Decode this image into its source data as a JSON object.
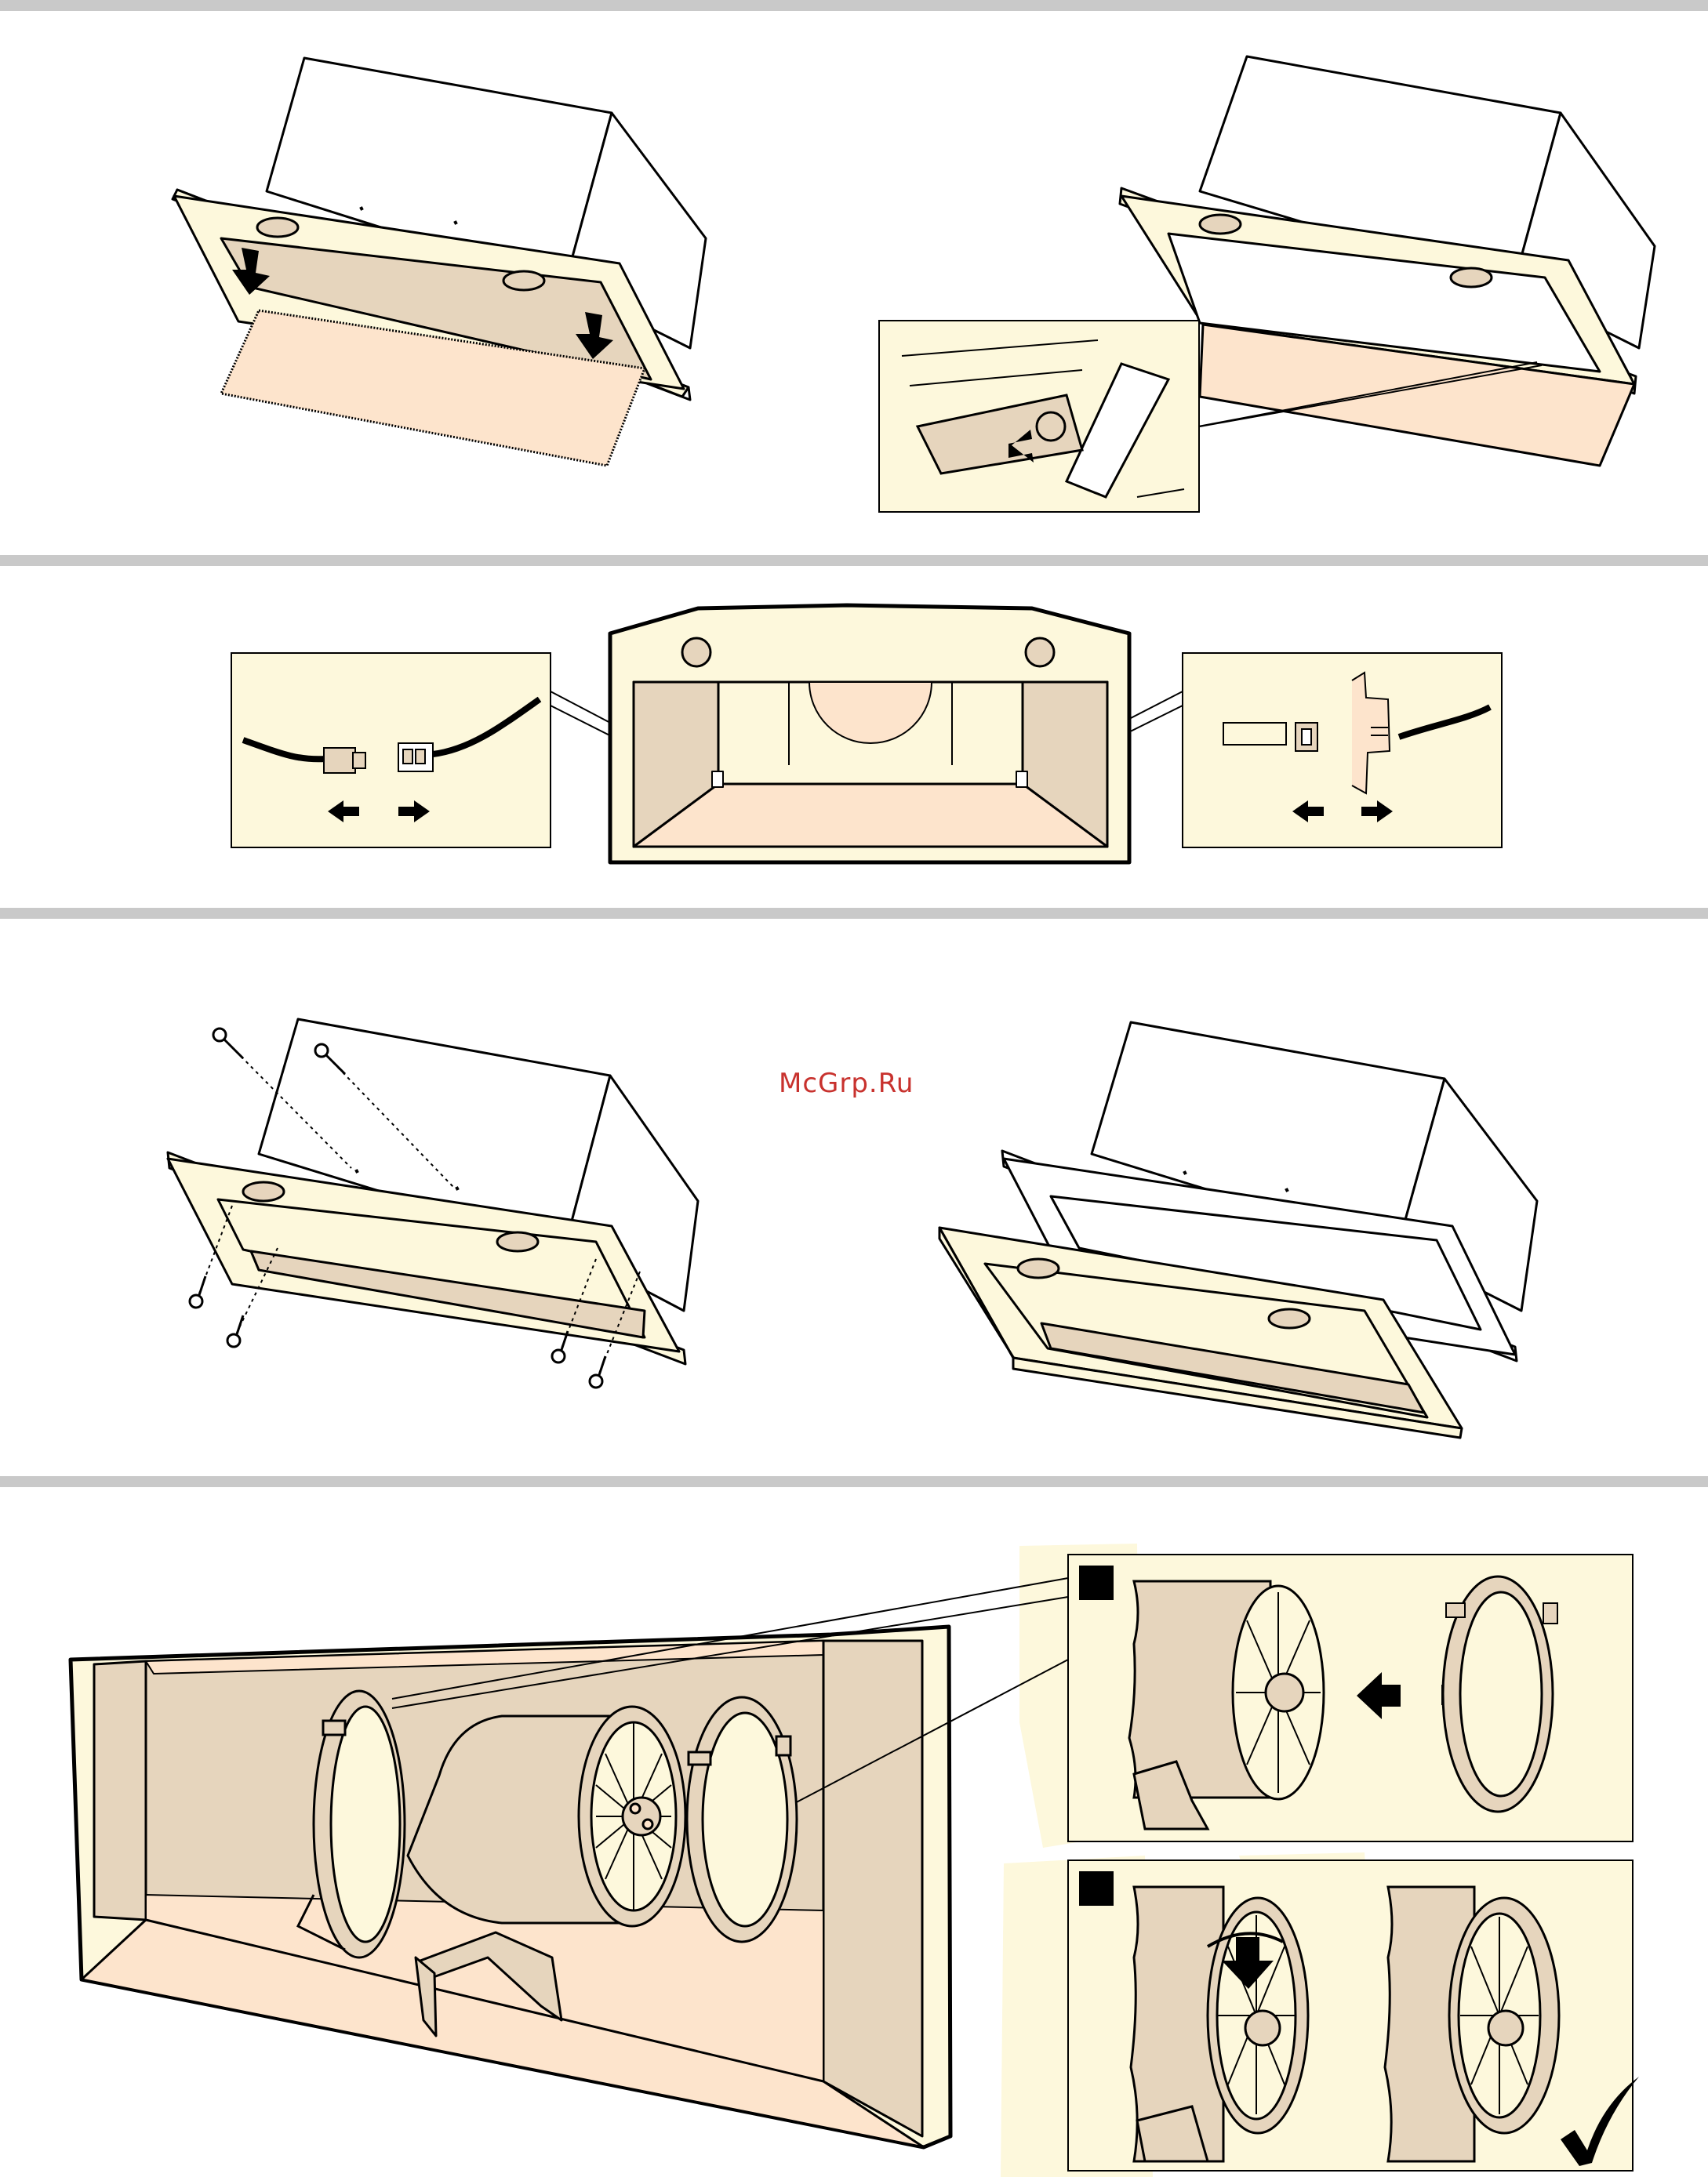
{
  "watermark": {
    "text": "McGrp.Ru"
  },
  "colors": {
    "cream": "#fdf8dc",
    "panel_tan": "#e6d5bd",
    "peach": "#fde4cc",
    "filter_peach": "#f9dcc0",
    "highlight_yellow": "#fdf8dc",
    "band_gray": "#c9c9c9",
    "outline": "#000000"
  },
  "steps": [
    {
      "id": "filter-removal",
      "panels": [
        "hood-drop-filter",
        "hood-latch-detail"
      ]
    },
    {
      "id": "disconnect-lights",
      "panels": [
        "connector-plug",
        "hood-underside",
        "connector-clip"
      ]
    },
    {
      "id": "remove-panel",
      "panels": [
        "hood-screws",
        "hood-panel-detached"
      ]
    },
    {
      "id": "fit-motor-flange",
      "panels": [
        "housing-interior",
        "flange-step-1",
        "flange-step-2"
      ]
    }
  ],
  "icons": [
    "arrow-left-icon",
    "arrow-right-icon",
    "arrow-down-icon",
    "checkmark-icon",
    "screw-icon",
    "step-marker-icon"
  ]
}
